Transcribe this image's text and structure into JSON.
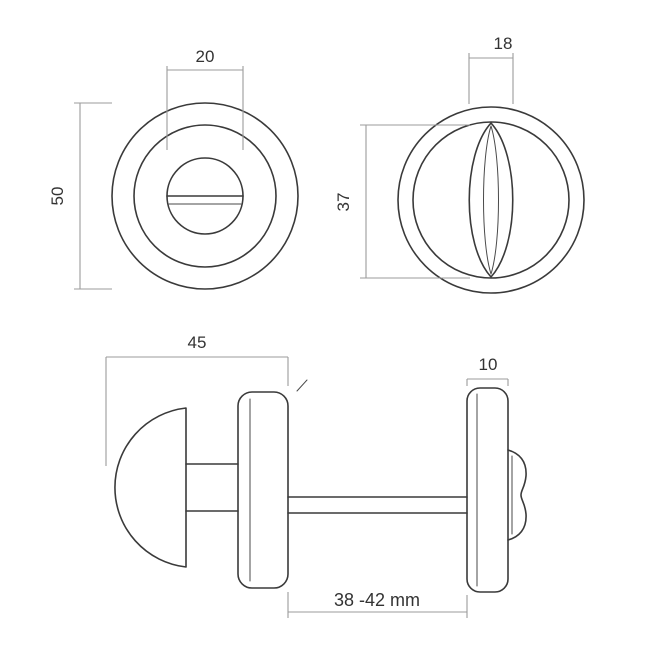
{
  "drawing": {
    "type": "technical-dimension-drawing",
    "subject": "wc-turn-escutcheon-set",
    "units": "mm",
    "colors": {
      "line": "#3a3a3a",
      "dimension": "#9b9b9b",
      "text": "#333333",
      "background": "#ffffff"
    },
    "dimensions": {
      "knob_width": "20",
      "rose_diameter": "50",
      "turn_width": "18",
      "turn_height": "37",
      "knob_depth": "45",
      "rose_thickness": "10",
      "door_thickness_range": "38 -42 mm"
    }
  }
}
